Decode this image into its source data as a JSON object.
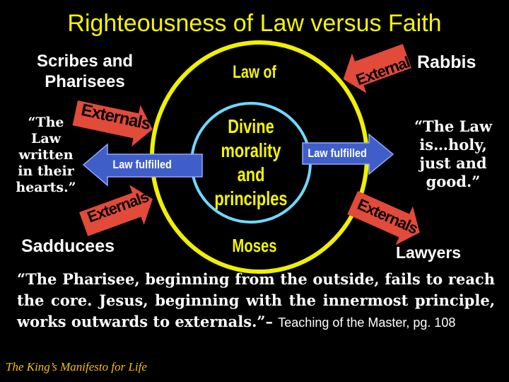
{
  "title": "Righteousness of Law versus Faith",
  "groups": {
    "scribes": "Scribes and\nPharisees",
    "rabbis": "Rabbis",
    "sadducees": "Sadducees",
    "lawyers": "Lawyers"
  },
  "quotes": {
    "left": "“The\nLaw\nwritten\nin their\nhearts.”",
    "right": "“The Law\nis…holy,\njust and\ngood.”"
  },
  "center": {
    "law_of": "Law of",
    "divine": "Divine\nmorality\nand\nprinciples",
    "moses": "Moses"
  },
  "arrows": {
    "left_label": "Law fulfilled",
    "right_label": "Law fulfilled"
  },
  "externals": {
    "top_left": "Externals",
    "bottom_left": "Externals",
    "top_right": "Externals",
    "bottom_right": "Externals"
  },
  "bottom_quote": {
    "text": "“The Pharisee, beginning from the outside, fails to reach the core. Jesus, beginning with the innermost principle, works outwards to externals.”",
    "dash": "–",
    "source": "Teaching of the Master, pg. 108"
  },
  "footer": "The King’s Manifesto for Life",
  "colors": {
    "background": "#000000",
    "title": "#f5f500",
    "outer_circle": "#f0f000",
    "inner_circle": "#70d8ff",
    "arrow_fill": "#3f5ec8",
    "externals_arrow": "#e24a3a",
    "footer": "#f5c000"
  }
}
